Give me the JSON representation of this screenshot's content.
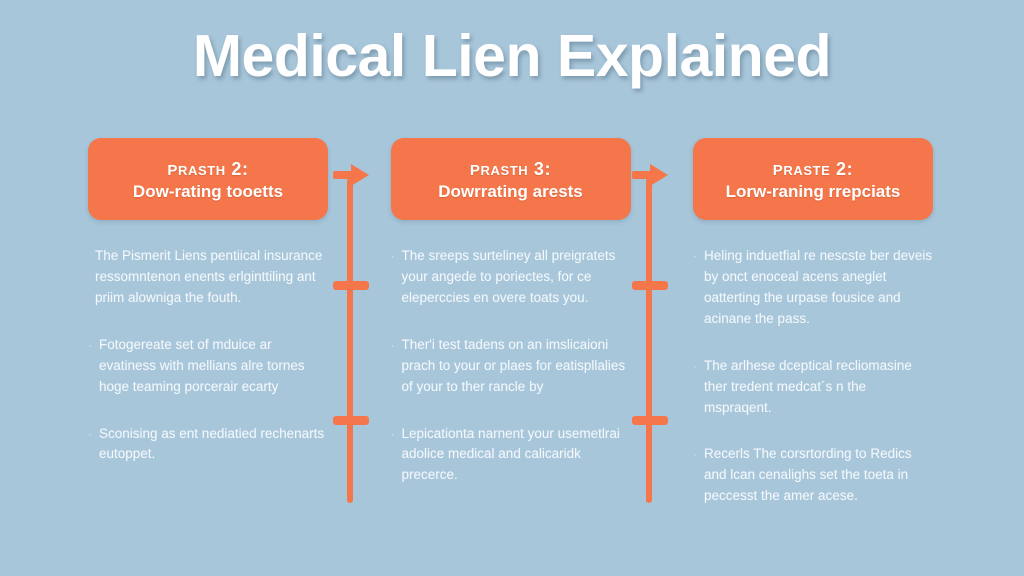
{
  "page": {
    "title": "Medical Lien Explained",
    "background_color": "#a8c6da",
    "accent_color": "#f4764a",
    "text_color": "#f2f8fc"
  },
  "steps": [
    {
      "heading_line1": "Prasth 2:",
      "heading_line2": "Dow-rating tooetts",
      "paragraphs": [
        {
          "bullet": "",
          "text": "The Pismerit Liens pentiical insurance ressomntenon enents erlginttiling ant priim alowniga the fouth."
        },
        {
          "bullet": "·",
          "text": "Fotogereate set of mduice ar evatiness with mellians alre tornes hoge teaming porcerair ecarty"
        },
        {
          "bullet": "·",
          "text": "Sconising as ent nediatied rechenarts eutoppet."
        }
      ]
    },
    {
      "heading_line1": "Prasth 3:",
      "heading_line2": "Dowrrating arests",
      "paragraphs": [
        {
          "bullet": "·",
          "text": "The sreeps surteliney all preigratets your angede to poriectes, for ce eleperccies en overe toats you."
        },
        {
          "bullet": "·",
          "text": "Ther'i test tadens on an imslicaioni prach to your or plaes for eatispllalies of your to ther rancle by"
        },
        {
          "bullet": "·",
          "text": "Lepicationta narnent your usemetlrai adolice medical and calicaridk precerce."
        }
      ]
    },
    {
      "heading_line1": "Praste 2:",
      "heading_line2": "Lorw-raning rrepciats",
      "paragraphs": [
        {
          "bullet": "·",
          "text": "Heling induetfial re nescste ber deveis by onct enoceal acens aneglet oatterting the urpase fousice and acinane the pass."
        },
        {
          "bullet": "·",
          "text": "The arlhese dceptical recliomasine ther tredent medcat´s n the mspraqent."
        },
        {
          "bullet": "·",
          "text": "Recerls The corsrtording to Redics and lcan cenalighs set the toeta in peccesst the amer acese."
        }
      ]
    }
  ],
  "connectors": [
    {
      "name": "connector-step1-to-step2"
    },
    {
      "name": "connector-step2-to-step3"
    }
  ]
}
